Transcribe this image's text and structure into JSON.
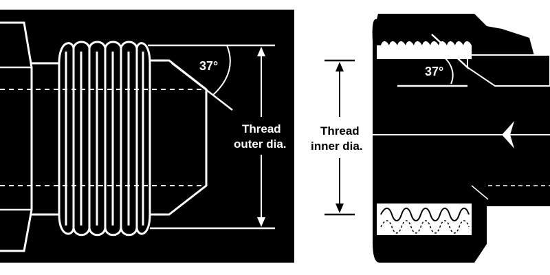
{
  "male_fitting": {
    "angle_label": "37°",
    "dimension_label_line1": "Thread",
    "dimension_label_line2": "outer dia."
  },
  "female_fitting": {
    "angle_label": "37°",
    "dimension_label_line1": "Thread",
    "dimension_label_line2": "inner dia."
  },
  "colors": {
    "background_dark": "#000000",
    "line": "#ffffff",
    "page": "#ffffff"
  }
}
